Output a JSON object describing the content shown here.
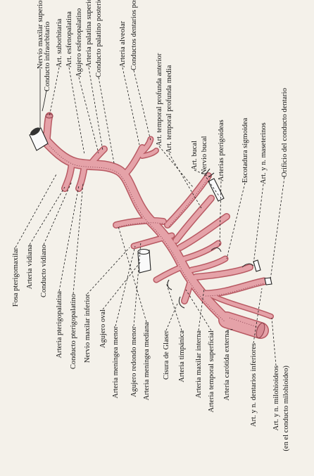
{
  "labels": {
    "top": [
      "Nervio maxilar superior",
      "Conducto infraorbitario",
      "Art. suborbitaria",
      "Art. esfenopalatina",
      "Agujero esfenopalatino",
      "Arteria palatina superior",
      "Conducto palatino posterior",
      "Arteria alveolar",
      "Conductos dentarios posteriores",
      "Art. temporal profunda anterior",
      "Art. temporal profunda media",
      "Art. bucal",
      "Nervio bucal",
      "Arterias pterigoideas",
      "Escotadura sigmoidea",
      "Art. y n. maseterinos",
      "Orificio del conducto dentario"
    ],
    "bottom": [
      "Fosa pterigomaxilar",
      "Arteria vidiana",
      "Conducto vidiano",
      "Arteria pterigopalatina",
      "Conducto pterigopalatino",
      "Nervio maxilar inferior",
      "Agujero oval",
      "Arteria meningea menor",
      "Agujero redondo menor",
      "Arteria meningea mediana",
      "Cisura de Glaser",
      "Arteria timpánica",
      "Arteria maxilar interna",
      "Arteria temporal superficial",
      "Arteria carótida externa",
      "Art. y n. dentarios inferiores",
      "Art. y n. milohioideos",
      "(en el conducto milohioideo)"
    ]
  },
  "colors": {
    "artery_fill": "#e5a2a8",
    "artery_outline": "#b85a63",
    "nerve_fill": "#fafafa",
    "background": "#f4f1ea"
  }
}
